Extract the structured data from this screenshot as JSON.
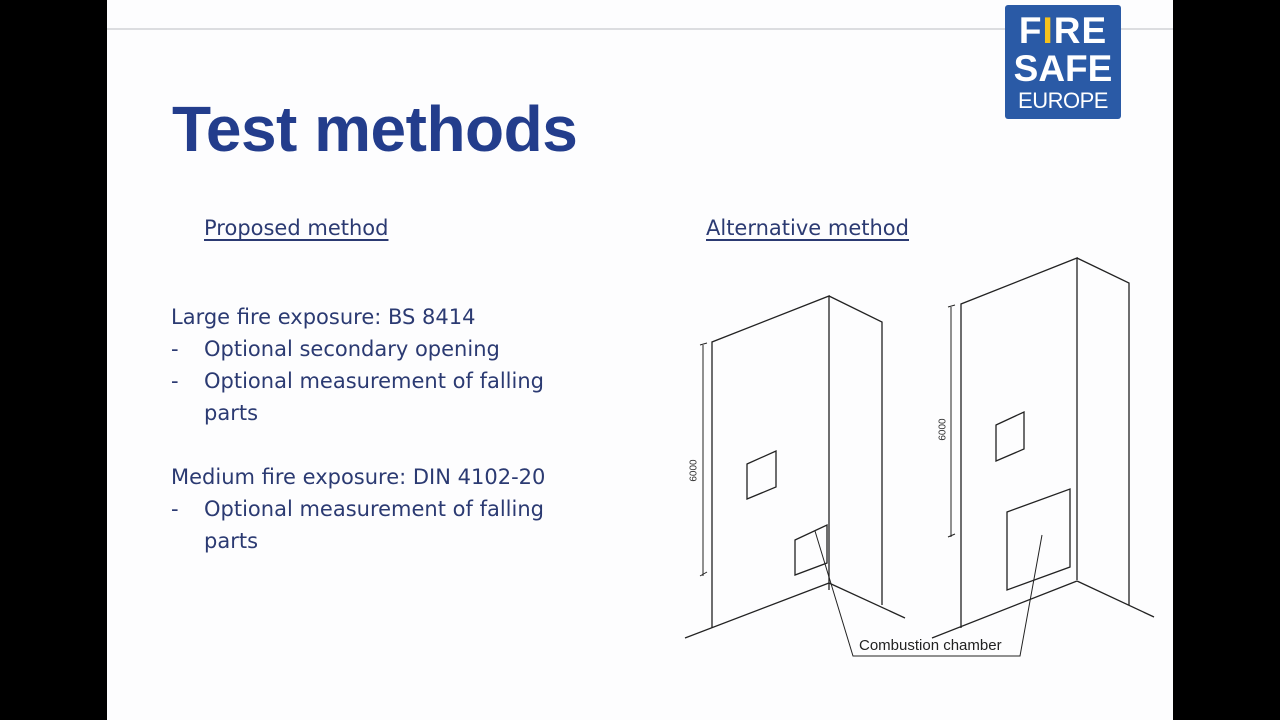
{
  "slide": {
    "title": "Test methods",
    "logo": {
      "line1_pre": "F",
      "line1_flame": "I",
      "line1_post": "RE",
      "line2": "SAFE",
      "line3": "EUROPE"
    },
    "columns": {
      "left_heading": "Proposed method",
      "right_heading": "Alternative method"
    },
    "content": [
      {
        "heading": "Large fire exposure: BS 8414",
        "bullets": [
          "Optional secondary opening",
          "Optional measurement of falling parts"
        ]
      },
      {
        "heading": "Medium fire exposure: DIN 4102-20",
        "bullets": [
          "Optional measurement of falling parts"
        ]
      }
    ],
    "bullet_marker": "-",
    "diagram": {
      "dimension_left": "6000",
      "dimension_right": "6000",
      "callout": "Combustion chamber"
    }
  },
  "colors": {
    "title": "#233d8c",
    "body_text": "#2b3a72",
    "logo_bg": "#2a5aa6",
    "logo_flame": "#f6c21c"
  }
}
